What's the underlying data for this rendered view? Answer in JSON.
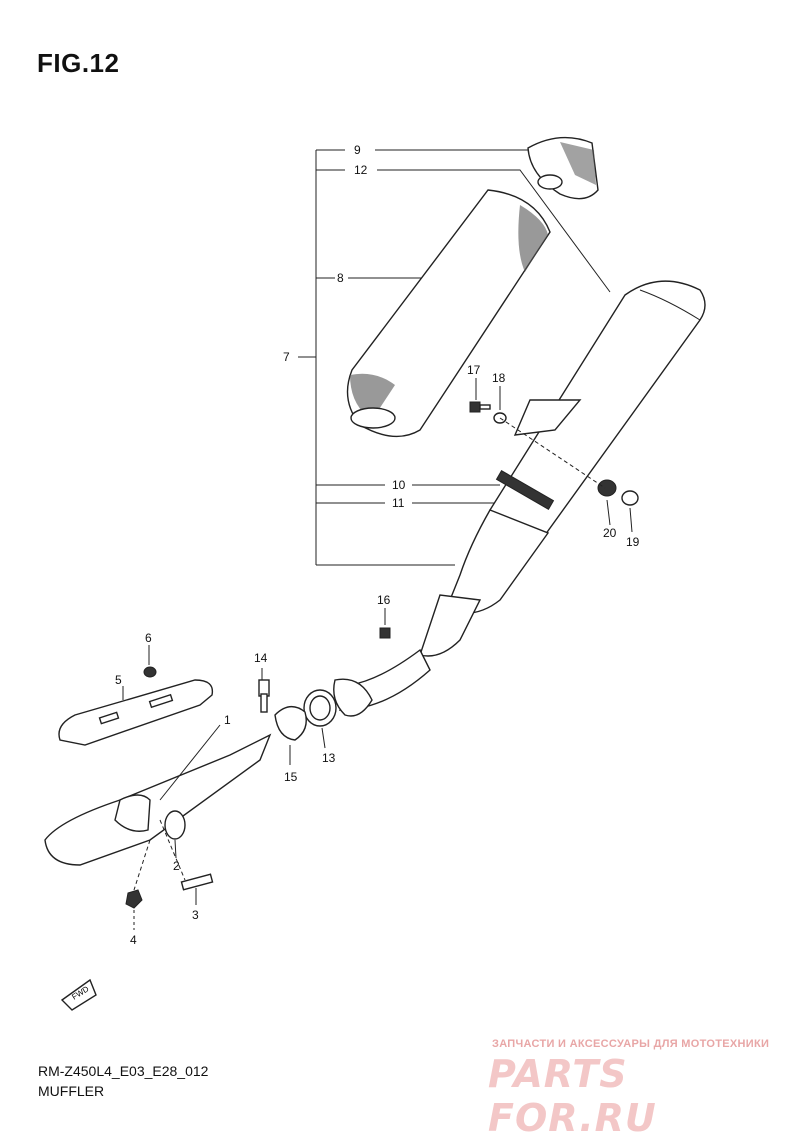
{
  "figure": {
    "title": "FIG.12",
    "model_code": "RM-Z450L4_E03_E28_012",
    "section_name": "MUFFLER"
  },
  "callouts": [
    "1",
    "2",
    "3",
    "4",
    "5",
    "6",
    "7",
    "8",
    "9",
    "10",
    "11",
    "12",
    "13",
    "14",
    "15",
    "16",
    "17",
    "18",
    "19",
    "20"
  ],
  "direction_marker": "FWD",
  "watermark": {
    "tagline": "ЗАПЧАСТИ И АКСЕССУАРЫ ДЛЯ МОТОТЕХНИКИ",
    "logo": "PARTS FOR.RU"
  }
}
